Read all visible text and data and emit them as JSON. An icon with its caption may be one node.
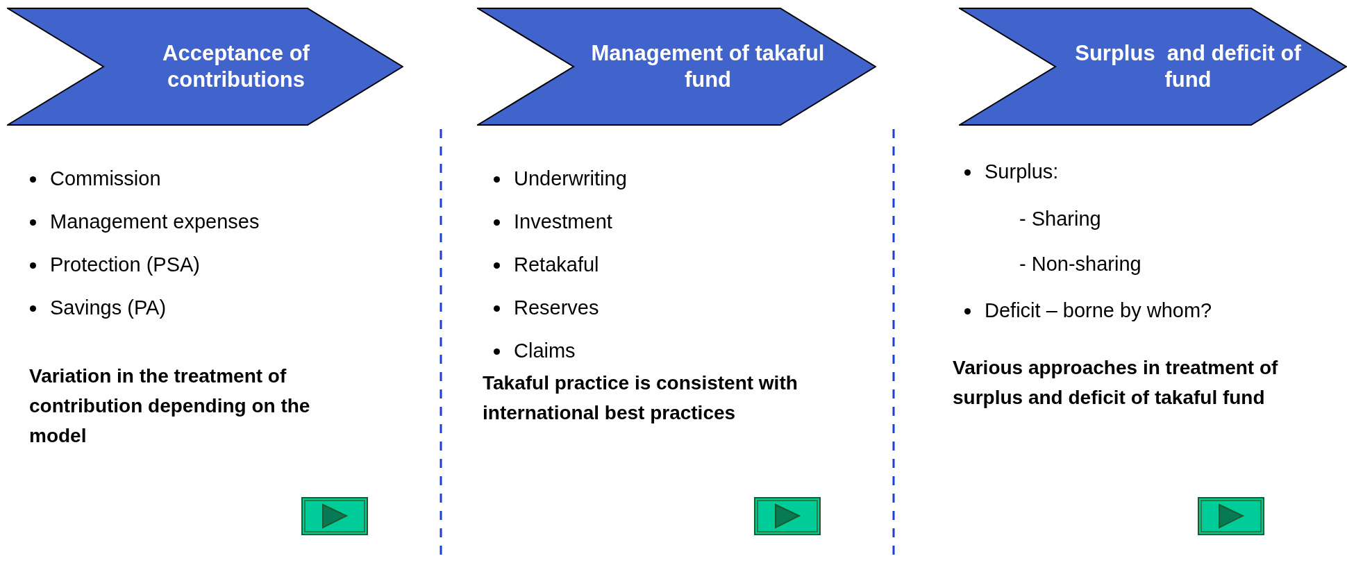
{
  "diagram": {
    "nodes": [
      {
        "text": [
          "Acceptance of contributions"
        ]
      },
      {
        "text": [
          "Management of takaful fund"
        ]
      },
      {
        "text": [
          "Surplus  and deficit of fund"
        ]
      }
    ],
    "labels": [
      "Commission",
      "Management expenses",
      "Protection (PSA)",
      "Savings (PA)",
      "Variation in the treatment of contribution depending on the model",
      "Underwriting",
      "Investment",
      "Retakaful",
      "Reserves",
      "Claims",
      "Takaful practice is consistent with international best practices",
      "Surplus:",
      "- Sharing",
      "- Non-sharing",
      "Deficit – borne by whom?",
      "Various approaches in treatment of surplus and deficit of takaful fund"
    ]
  }
}
